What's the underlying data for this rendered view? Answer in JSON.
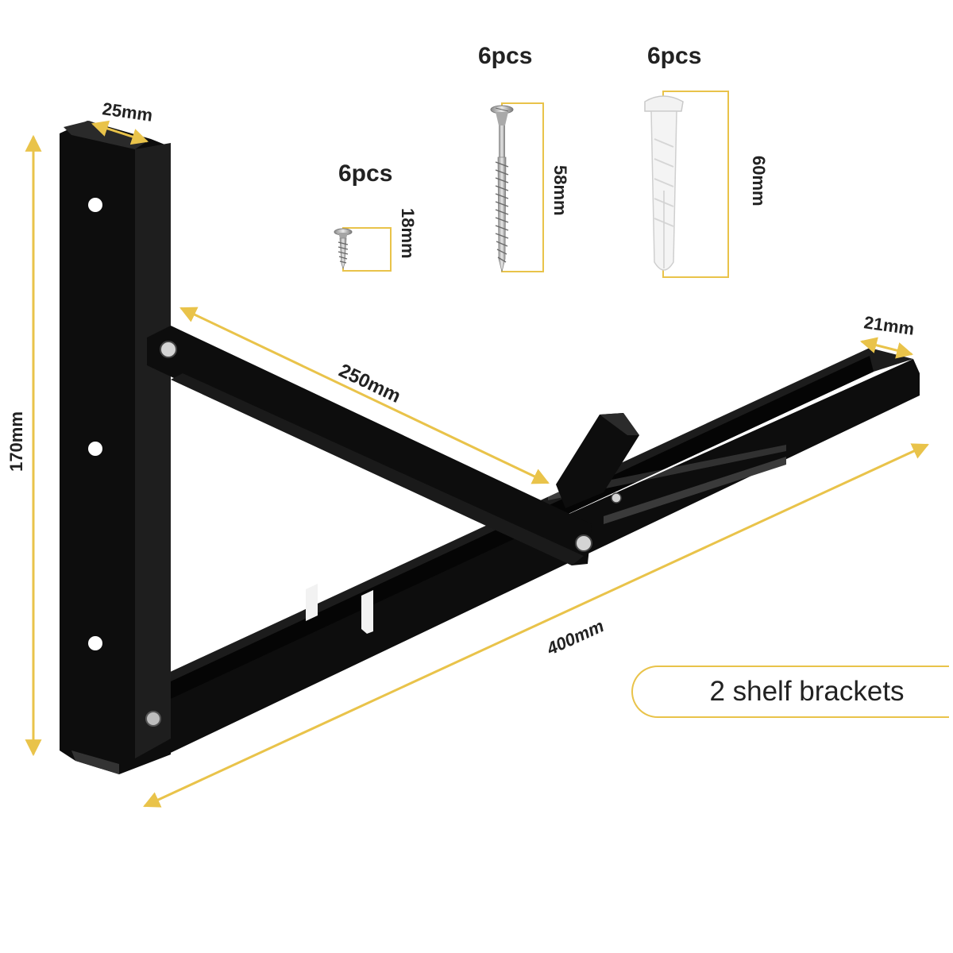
{
  "accent_color": "#e9c34a",
  "bracket_color": "#0d0d0d",
  "dimensions": {
    "upright_width": "25mm",
    "height": "170mm",
    "brace_length": "250mm",
    "arm_length": "400mm",
    "arm_width": "21mm"
  },
  "hardware": [
    {
      "name": "small-screw",
      "count": "6pcs",
      "size": "18mm"
    },
    {
      "name": "long-screw",
      "count": "6pcs",
      "size": "58mm"
    },
    {
      "name": "wall-anchor",
      "count": "6pcs",
      "size": "60mm"
    }
  ],
  "caption": "2 shelf brackets"
}
